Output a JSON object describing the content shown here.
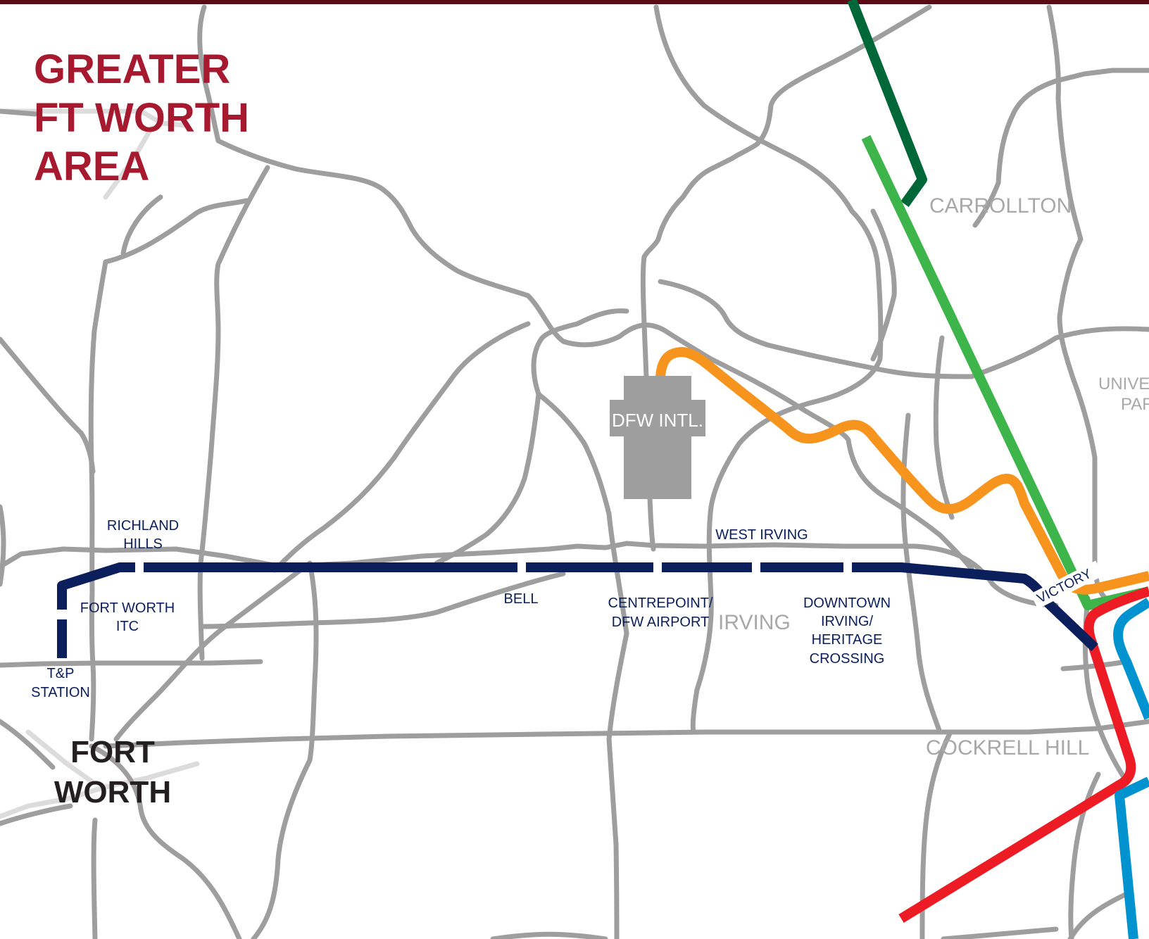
{
  "title_lines": [
    "GREATER",
    "FT WORTH",
    "AREA"
  ],
  "colors": {
    "title": "#a6192e",
    "top_bar": "#5c0a14",
    "road": "#9e9e9e",
    "road_light": "#dcdcdc",
    "trinity_railway_express": "#0a1f5c",
    "orange_line": "#f7941d",
    "green_line": "#3db54a",
    "dark_green_line": "#006838",
    "red_line": "#ed1c24",
    "blue_line": "#0093d0",
    "airport": "#9e9e9e"
  },
  "airport": {
    "label": "DFW INTL."
  },
  "cities": [
    {
      "id": "carrollton",
      "name": "CARROLLTON"
    },
    {
      "id": "irving",
      "name": "IRVING"
    },
    {
      "id": "cockrell-hill",
      "name": "COCKRELL HILL"
    },
    {
      "id": "university-park",
      "name_lines": [
        "UNIVER",
        "PAR"
      ]
    },
    {
      "id": "fort-worth",
      "name_lines": [
        "FORT",
        "WORTH"
      ]
    }
  ],
  "stations": [
    {
      "id": "richland-hills",
      "lines": [
        "RICHLAND",
        "HILLS"
      ]
    },
    {
      "id": "fort-worth-itc",
      "lines": [
        "FORT WORTH",
        "ITC"
      ]
    },
    {
      "id": "tp-station",
      "lines": [
        "T&P",
        "STATION"
      ]
    },
    {
      "id": "bell",
      "lines": [
        "BELL"
      ]
    },
    {
      "id": "centrepoint",
      "lines": [
        "CENTREPOINT/",
        "DFW AIRPORT"
      ]
    },
    {
      "id": "west-irving",
      "lines": [
        "WEST IRVING"
      ]
    },
    {
      "id": "downtown-irving",
      "lines": [
        "DOWNTOWN",
        "IRVING/",
        "HERITAGE",
        "CROSSING"
      ]
    },
    {
      "id": "victory",
      "lines": [
        "VICTORY"
      ]
    }
  ]
}
